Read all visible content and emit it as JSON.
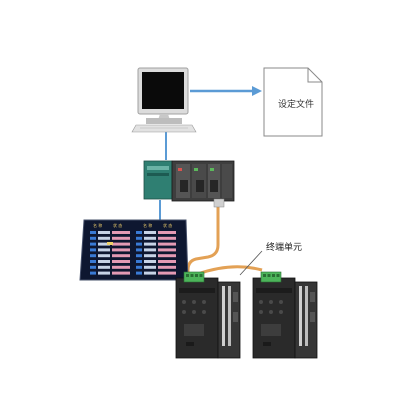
{
  "document": {
    "label": "设定文件"
  },
  "terminal_unit": {
    "label": "终端单元"
  },
  "monitor_panel": {
    "headers": [
      "名 称",
      "状 态",
      "名 称",
      "状 态"
    ],
    "rows": 8
  },
  "colors": {
    "link_blue": "#5b9bd5",
    "cable_orange": "#e3a155",
    "plc_green": "#2f7f72",
    "panel_background": "#0e1730",
    "panel_row_pink": "#e49ab4",
    "unit_dark": "#2a2a2a",
    "connector_green": "#4db55b"
  },
  "icons": [
    "computer-icon",
    "document-icon",
    "plc-icon",
    "monitor-panel-icon",
    "terminal-unit-icon"
  ]
}
